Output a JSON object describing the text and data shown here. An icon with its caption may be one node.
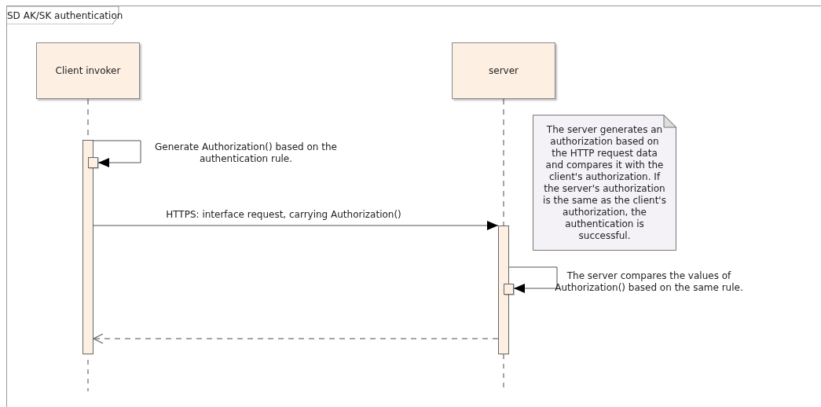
{
  "diagram": {
    "nodes": [
      {
        "text": [
          "SD AK/SK authentication"
        ]
      },
      {
        "text": [
          "Client invoker"
        ],
        "in": 0
      },
      {
        "text": [
          "server"
        ],
        "in": 0
      },
      {
        "text": [],
        "shape": "bar",
        "in": 0
      },
      {
        "text": [],
        "shape": "box",
        "in": 0
      },
      {
        "text": [],
        "shape": "bar",
        "in": 0
      },
      {
        "text": [],
        "shape": "box",
        "in": 0
      },
      {
        "text": [
          "The server generates an authorization based on the HTTP request data and compares it with the client's authorization. If the server's authorization is the same as the client's authorization, the authentication is successful."
        ],
        "in": 0
      }
    ],
    "edges": [
      {
        "from": 1,
        "to": 3,
        "arrow": "none",
        "style": "dashed",
        "color": "#888888"
      },
      {
        "from": 2,
        "to": 5,
        "arrow": "none",
        "style": "dashed",
        "color": "#888888"
      },
      {
        "from": 3,
        "to": 4,
        "arrow": "to",
        "label": "Generate Authorization() based on the authentication rule."
      },
      {
        "from": 3,
        "to": 5,
        "arrow": "to",
        "label": "HTTPS: interface request, carrying Authorization()"
      },
      {
        "from": 5,
        "to": 6,
        "arrow": "to",
        "label": "The server compares the values of Authorization() based on the same rule."
      },
      {
        "from": 5,
        "to": 3,
        "arrow": "to",
        "style": "dashed",
        "color": "#888888"
      }
    ]
  }
}
